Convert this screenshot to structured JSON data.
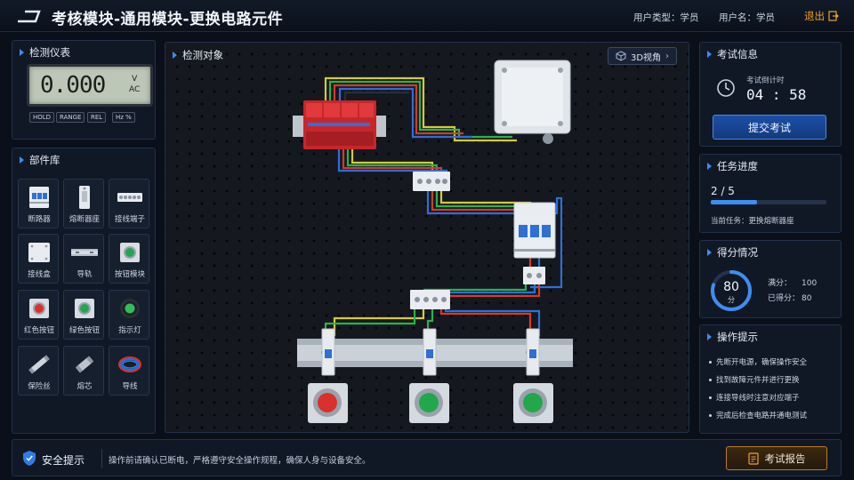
{
  "header": {
    "title": "考核模块-通用模块-更换电路元件",
    "user_type": "用户类型：学员",
    "user_name": "用户名：学员",
    "exit_label": "退出"
  },
  "meter": {
    "title": "检测仪表",
    "value": "0.000",
    "unit_top": "V",
    "unit_bottom": "AC",
    "buttons": [
      "HOLD",
      "RANGE",
      "REL",
      "Hz %"
    ]
  },
  "parts": {
    "title": "部件库",
    "items": [
      {
        "label": "断路器",
        "icon": "breaker-icon"
      },
      {
        "label": "熔断器座",
        "icon": "fuse-holder-icon"
      },
      {
        "label": "接线端子",
        "icon": "terminal-block-icon"
      },
      {
        "label": "接线盒",
        "icon": "junction-box-icon"
      },
      {
        "label": "导轨",
        "icon": "din-rail-icon"
      },
      {
        "label": "按钮模块",
        "icon": "button-module-icon"
      },
      {
        "label": "红色按钮",
        "icon": "red-button-icon"
      },
      {
        "label": "绿色按钮",
        "icon": "green-button-icon"
      },
      {
        "label": "指示灯",
        "icon": "indicator-lamp-icon"
      },
      {
        "label": "保险丝",
        "icon": "fuse-icon"
      },
      {
        "label": "熔芯",
        "icon": "fuse-core-icon"
      },
      {
        "label": "导线",
        "icon": "wire-coil-icon"
      }
    ]
  },
  "board": {
    "title": "检测对象",
    "view_label": "3D视角"
  },
  "exam": {
    "title": "考试信息",
    "countdown_label": "考试倒计时",
    "countdown": "04 : 58",
    "submit_label": "提交考试"
  },
  "progress": {
    "title": "任务进度",
    "text": "2 / 5",
    "value": 0.4,
    "current_task": "当前任务：更换熔断器座"
  },
  "score": {
    "title": "得分情况",
    "value": "80",
    "unit": "分",
    "full_label": "满分：",
    "full_value": "100",
    "got_label": "已得分：",
    "got_value": "80",
    "fraction": 0.8
  },
  "tips": {
    "title": "操作提示",
    "items": [
      "先断开电源，确保操作安全",
      "找到故障元件并进行更换",
      "连接导线时注意对应端子",
      "完成后检查电路并通电测试"
    ]
  },
  "bottom": {
    "safety_title": "安全提示",
    "safety_text": "操作前请确认已断电，严格遵守安全操作规程，确保人身与设备安全。",
    "report_label": "考试报告"
  },
  "colors": {
    "accent": "#3d8ef0",
    "warning": "#f0a030",
    "panel": "#101826",
    "border": "#223049"
  }
}
